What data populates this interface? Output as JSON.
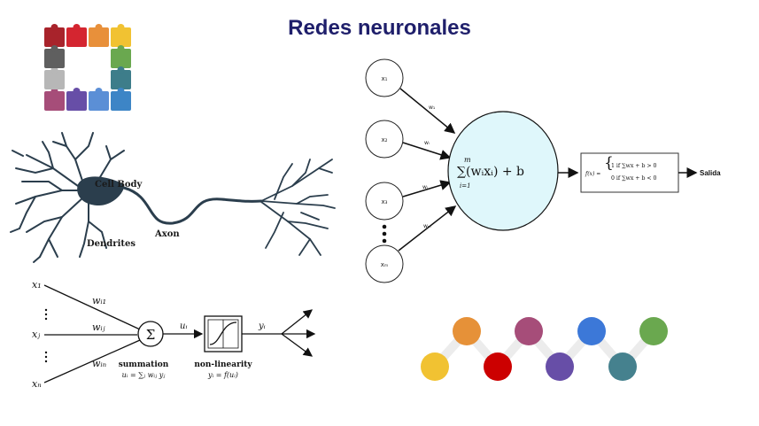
{
  "title": "Redes neuronales",
  "neuron_labels": {
    "cell_body": "Cell Body",
    "dendrites": "Dendrites",
    "axon": "Axon"
  },
  "perceptron": {
    "inputs": [
      "x₁",
      "x₂",
      "x₃",
      "xₘ"
    ],
    "weights": [
      "w₁",
      "wᵢ",
      "wᵢ",
      "wₘ"
    ],
    "sum_formula": "∑(wᵢxᵢ) + b",
    "sum_upper": "m",
    "sum_lower": "i=1",
    "activation_line1": "1  if ∑wx + b > 0",
    "activation_line2": "0  if ∑wx + b < 0",
    "activation_prefix": "f(x) =",
    "output": "Salida"
  },
  "schema": {
    "inputs": [
      "x₁",
      "xⱼ",
      "xₙ"
    ],
    "weights": [
      "wᵢ₁",
      "wᵢⱼ",
      "wᵢₙ"
    ],
    "sum_symbol": "Σ",
    "u_label": "uᵢ",
    "y_label": "yᵢ",
    "summation_title": "summation",
    "summation_formula": "uᵢ = ∑ⱼ wᵢⱼ yⱼ",
    "nonlinearity_title": "non-linearity",
    "nonlinearity_formula": "yᵢ = f(uᵢ)"
  },
  "colors": {
    "title": "#1f1f6b",
    "neuron": "#2b3e4d",
    "cell_fill": "#dff7fb",
    "puzzle": [
      "#a8232b",
      "#d42530",
      "#e8903a",
      "#f1c232",
      "#6aa84f",
      "#3d7d8a",
      "#3d85c6",
      "#5b8fd6",
      "#674ea7",
      "#a64d79",
      "#b7b7b7",
      "#5f5f5f"
    ],
    "dots": [
      "#f1c232",
      "#e69138",
      "#cc0000",
      "#a64d79",
      "#674ea7",
      "#3c78d8",
      "#45818e",
      "#6aa84f"
    ]
  }
}
